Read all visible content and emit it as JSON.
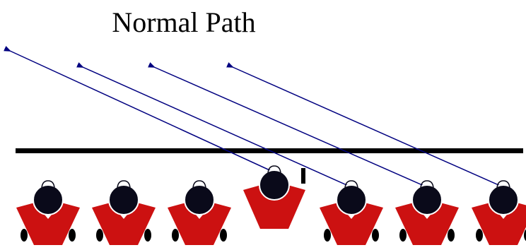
{
  "title": "Normal Path",
  "colors": {
    "arrow": "#000080",
    "body": "#cc1111",
    "head": "#0a0a1a",
    "wheel": "#000000",
    "line": "#000000",
    "background": "#ffffff"
  },
  "robots": [
    {
      "id": 1,
      "raised": false,
      "has_marker": false
    },
    {
      "id": 2,
      "raised": false,
      "has_marker": false
    },
    {
      "id": 3,
      "raised": false,
      "has_marker": false
    },
    {
      "id": 4,
      "raised": true,
      "has_marker": true
    },
    {
      "id": 5,
      "raised": false,
      "has_marker": false
    },
    {
      "id": 6,
      "raised": false,
      "has_marker": false
    },
    {
      "id": 7,
      "raised": false,
      "has_marker": false
    }
  ],
  "arrows": [
    {
      "from_robot": 4
    },
    {
      "from_robot": 5
    },
    {
      "from_robot": 6
    },
    {
      "from_robot": 7
    }
  ]
}
